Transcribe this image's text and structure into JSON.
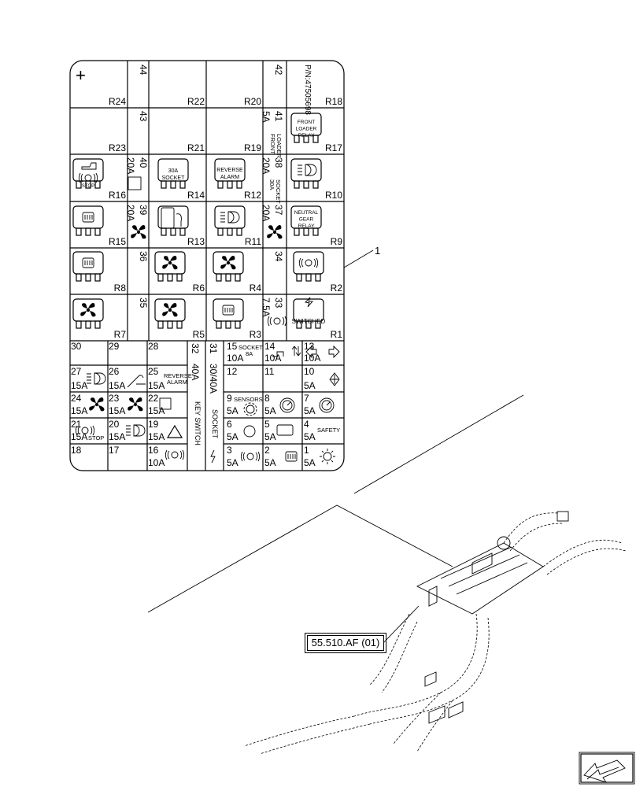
{
  "part_number": "P/N:47505698",
  "callout": "1",
  "reference": "55.510.AF (01)",
  "plus_mark": "+",
  "relays": [
    {
      "label": "R24"
    },
    {
      "label": "R22"
    },
    {
      "label": "R20"
    },
    {
      "label": "R18"
    },
    {
      "label": "R23"
    },
    {
      "label": "R21"
    },
    {
      "label": "R19"
    },
    {
      "label": "R17",
      "text": [
        "FRONT",
        "LOADER",
        "RELAY"
      ]
    },
    {
      "label": "R16",
      "text": [
        "STOP"
      ]
    },
    {
      "label": "R14",
      "text": [
        "30A",
        "SOCKET"
      ]
    },
    {
      "label": "R12",
      "text": [
        "REVERSE",
        "ALARM"
      ]
    },
    {
      "label": "R10"
    },
    {
      "label": "R15"
    },
    {
      "label": "R13"
    },
    {
      "label": "R11"
    },
    {
      "label": "R9",
      "text": [
        "NEUTRAL",
        "GEAR",
        "RELAY"
      ]
    },
    {
      "label": "R8"
    },
    {
      "label": "R6"
    },
    {
      "label": "R4"
    },
    {
      "label": "R2"
    },
    {
      "label": "R7"
    },
    {
      "label": "R5"
    },
    {
      "label": "R3"
    },
    {
      "label": "R1",
      "text": [
        "SWITCHED"
      ]
    }
  ],
  "upper_fuses": [
    {
      "num": "44"
    },
    {
      "num": "42"
    },
    {
      "num": "43"
    },
    {
      "num": "41",
      "amp": "5A",
      "text": [
        "FRONT",
        "LOADER"
      ]
    },
    {
      "num": "40",
      "amp": "20A"
    },
    {
      "num": "38",
      "amp": "20A",
      "text": [
        "30A",
        "SOCKET"
      ]
    },
    {
      "num": "39",
      "amp": "20A"
    },
    {
      "num": "37",
      "amp": "20A"
    },
    {
      "num": "36"
    },
    {
      "num": "34"
    },
    {
      "num": "35"
    },
    {
      "num": "33",
      "amp": "7.5A"
    }
  ],
  "lower_fuses": [
    {
      "num": "30"
    },
    {
      "num": "29"
    },
    {
      "num": "28"
    },
    {
      "num": "32",
      "amp": "40A",
      "text": [
        "KEY SWITCH"
      ]
    },
    {
      "num": "31",
      "amp": "30/40A",
      "text": [
        "SOCKET"
      ]
    },
    {
      "num": "15",
      "amp": "10A",
      "text": [
        "SOCKET",
        "8A"
      ]
    },
    {
      "num": "14",
      "amp": "10A"
    },
    {
      "num": "13",
      "amp": "10A"
    },
    {
      "num": "27",
      "amp": "15A"
    },
    {
      "num": "26",
      "amp": "15A"
    },
    {
      "num": "25",
      "amp": "15A",
      "text": [
        "REVERSE",
        "ALARM"
      ]
    },
    {
      "num": "12"
    },
    {
      "num": "11"
    },
    {
      "num": "10",
      "amp": "5A"
    },
    {
      "num": "24",
      "amp": "15A"
    },
    {
      "num": "23",
      "amp": "15A"
    },
    {
      "num": "22",
      "amp": "15A"
    },
    {
      "num": "9",
      "amp": "5A",
      "text": [
        "SENSORS"
      ]
    },
    {
      "num": "8",
      "amp": "5A"
    },
    {
      "num": "7",
      "amp": "5A"
    },
    {
      "num": "21",
      "amp": "15A",
      "text": [
        "STOP"
      ]
    },
    {
      "num": "20",
      "amp": "15A"
    },
    {
      "num": "19",
      "amp": "15A"
    },
    {
      "num": "6",
      "amp": "5A"
    },
    {
      "num": "5",
      "amp": "5A"
    },
    {
      "num": "4",
      "amp": "5A",
      "text": [
        "SAFETY"
      ]
    },
    {
      "num": "18"
    },
    {
      "num": "17"
    },
    {
      "num": "16",
      "amp": "10A"
    },
    {
      "num": "3",
      "amp": "5A"
    },
    {
      "num": "2",
      "amp": "5A"
    },
    {
      "num": "1",
      "amp": "5A"
    }
  ]
}
